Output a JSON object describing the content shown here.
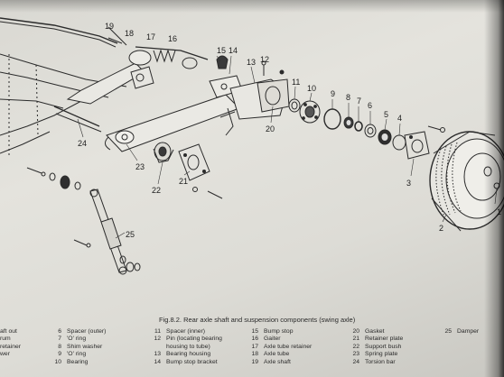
{
  "figure": {
    "title": "Fig.8.2. Rear axle shaft and suspension components (swing axle)"
  },
  "callouts": [
    "1",
    "2",
    "3",
    "4",
    "5",
    "6",
    "7",
    "8",
    "9",
    "10",
    "11",
    "12",
    "13",
    "14",
    "15",
    "16",
    "17",
    "18",
    "19",
    "20",
    "21",
    "22",
    "23",
    "24",
    "25"
  ],
  "legend": {
    "col0": [
      {
        "num": "",
        "text": "aft out"
      },
      {
        "num": "",
        "text": "rum"
      },
      {
        "num": "",
        "text": "retainer"
      },
      {
        "num": "",
        "text": "wer"
      }
    ],
    "col1": [
      {
        "num": "6",
        "text": "Spacer (outer)"
      },
      {
        "num": "7",
        "text": "'O' ring"
      },
      {
        "num": "8",
        "text": "Shim washer"
      },
      {
        "num": "9",
        "text": "'O' ring"
      },
      {
        "num": "10",
        "text": "Bearing"
      }
    ],
    "col2": [
      {
        "num": "11",
        "text": "Spacer (inner)"
      },
      {
        "num": "12",
        "text": "Pin (locating bearing"
      },
      {
        "num": "",
        "text": "housing to tube)"
      },
      {
        "num": "13",
        "text": "Bearing housing"
      },
      {
        "num": "14",
        "text": "Bump stop bracket"
      }
    ],
    "col3": [
      {
        "num": "15",
        "text": "Bump stop"
      },
      {
        "num": "16",
        "text": "Gaiter"
      },
      {
        "num": "17",
        "text": "Axle tube retainer"
      },
      {
        "num": "18",
        "text": "Axle tube"
      },
      {
        "num": "19",
        "text": "Axle shaft"
      }
    ],
    "col4": [
      {
        "num": "20",
        "text": "Gasket"
      },
      {
        "num": "21",
        "text": "Retainer plate"
      },
      {
        "num": "22",
        "text": "Support bush"
      },
      {
        "num": "23",
        "text": "Spring plate"
      },
      {
        "num": "24",
        "text": "Torsion bar"
      }
    ],
    "col5": [
      {
        "num": "25",
        "text": "Damper"
      }
    ]
  }
}
